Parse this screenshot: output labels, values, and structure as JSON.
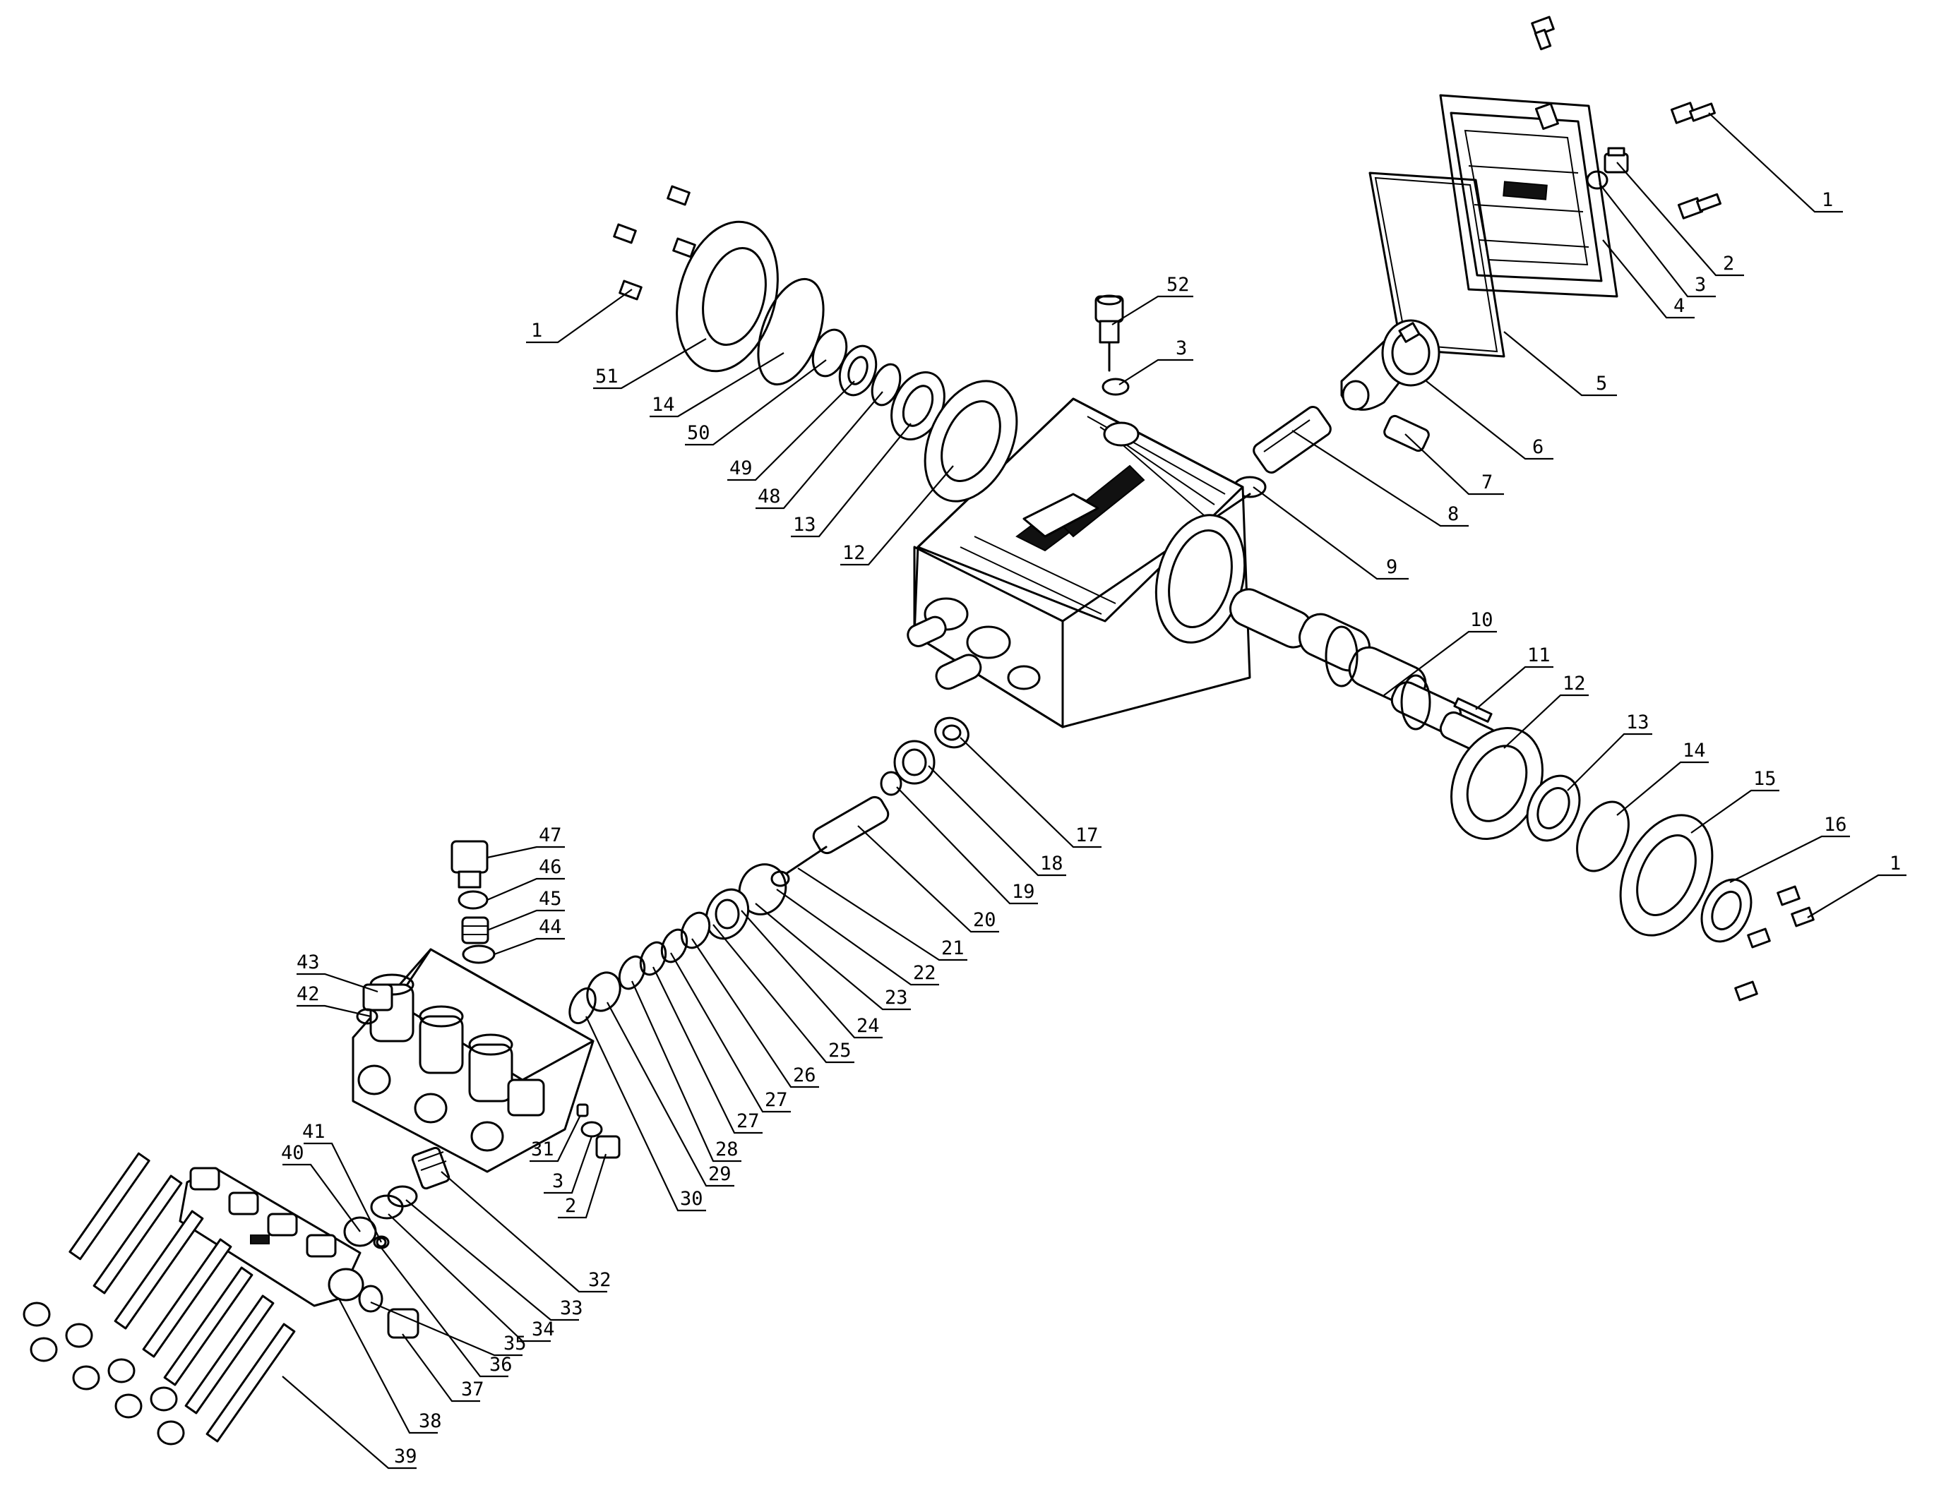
{
  "diagram": {
    "callouts": [
      {
        "id": "c1a",
        "label": "1"
      },
      {
        "id": "c2a",
        "label": "2"
      },
      {
        "id": "c3a",
        "label": "3"
      },
      {
        "id": "c4",
        "label": "4"
      },
      {
        "id": "c5",
        "label": "5"
      },
      {
        "id": "c6",
        "label": "6"
      },
      {
        "id": "c7",
        "label": "7"
      },
      {
        "id": "c8",
        "label": "8"
      },
      {
        "id": "c9",
        "label": "9"
      },
      {
        "id": "c52",
        "label": "52"
      },
      {
        "id": "c3b",
        "label": "3"
      },
      {
        "id": "c1b",
        "label": "1"
      },
      {
        "id": "c51",
        "label": "51"
      },
      {
        "id": "c14a",
        "label": "14"
      },
      {
        "id": "c50",
        "label": "50"
      },
      {
        "id": "c49",
        "label": "49"
      },
      {
        "id": "c48",
        "label": "48"
      },
      {
        "id": "c13a",
        "label": "13"
      },
      {
        "id": "c12a",
        "label": "12"
      },
      {
        "id": "c10",
        "label": "10"
      },
      {
        "id": "c11",
        "label": "11"
      },
      {
        "id": "c12b",
        "label": "12"
      },
      {
        "id": "c13b",
        "label": "13"
      },
      {
        "id": "c14b",
        "label": "14"
      },
      {
        "id": "c15",
        "label": "15"
      },
      {
        "id": "c16",
        "label": "16"
      },
      {
        "id": "c1c",
        "label": "1"
      },
      {
        "id": "c17",
        "label": "17"
      },
      {
        "id": "c18",
        "label": "18"
      },
      {
        "id": "c19",
        "label": "19"
      },
      {
        "id": "c20",
        "label": "20"
      },
      {
        "id": "c21",
        "label": "21"
      },
      {
        "id": "c22",
        "label": "22"
      },
      {
        "id": "c23",
        "label": "23"
      },
      {
        "id": "c24",
        "label": "24"
      },
      {
        "id": "c25",
        "label": "25"
      },
      {
        "id": "c26",
        "label": "26"
      },
      {
        "id": "c27a",
        "label": "27"
      },
      {
        "id": "c27b",
        "label": "27"
      },
      {
        "id": "c28",
        "label": "28"
      },
      {
        "id": "c29",
        "label": "29"
      },
      {
        "id": "c30",
        "label": "30"
      },
      {
        "id": "c47",
        "label": "47"
      },
      {
        "id": "c46",
        "label": "46"
      },
      {
        "id": "c45",
        "label": "45"
      },
      {
        "id": "c44",
        "label": "44"
      },
      {
        "id": "c43",
        "label": "43"
      },
      {
        "id": "c42",
        "label": "42"
      },
      {
        "id": "c31",
        "label": "31"
      },
      {
        "id": "c3c",
        "label": "3"
      },
      {
        "id": "c2b",
        "label": "2"
      },
      {
        "id": "c32",
        "label": "32"
      },
      {
        "id": "c33",
        "label": "33"
      },
      {
        "id": "c34",
        "label": "34"
      },
      {
        "id": "c35",
        "label": "35"
      },
      {
        "id": "c36",
        "label": "36"
      },
      {
        "id": "c37",
        "label": "37"
      },
      {
        "id": "c38",
        "label": "38"
      },
      {
        "id": "c39",
        "label": "39"
      },
      {
        "id": "c40",
        "label": "40"
      },
      {
        "id": "c41",
        "label": "41"
      }
    ]
  }
}
